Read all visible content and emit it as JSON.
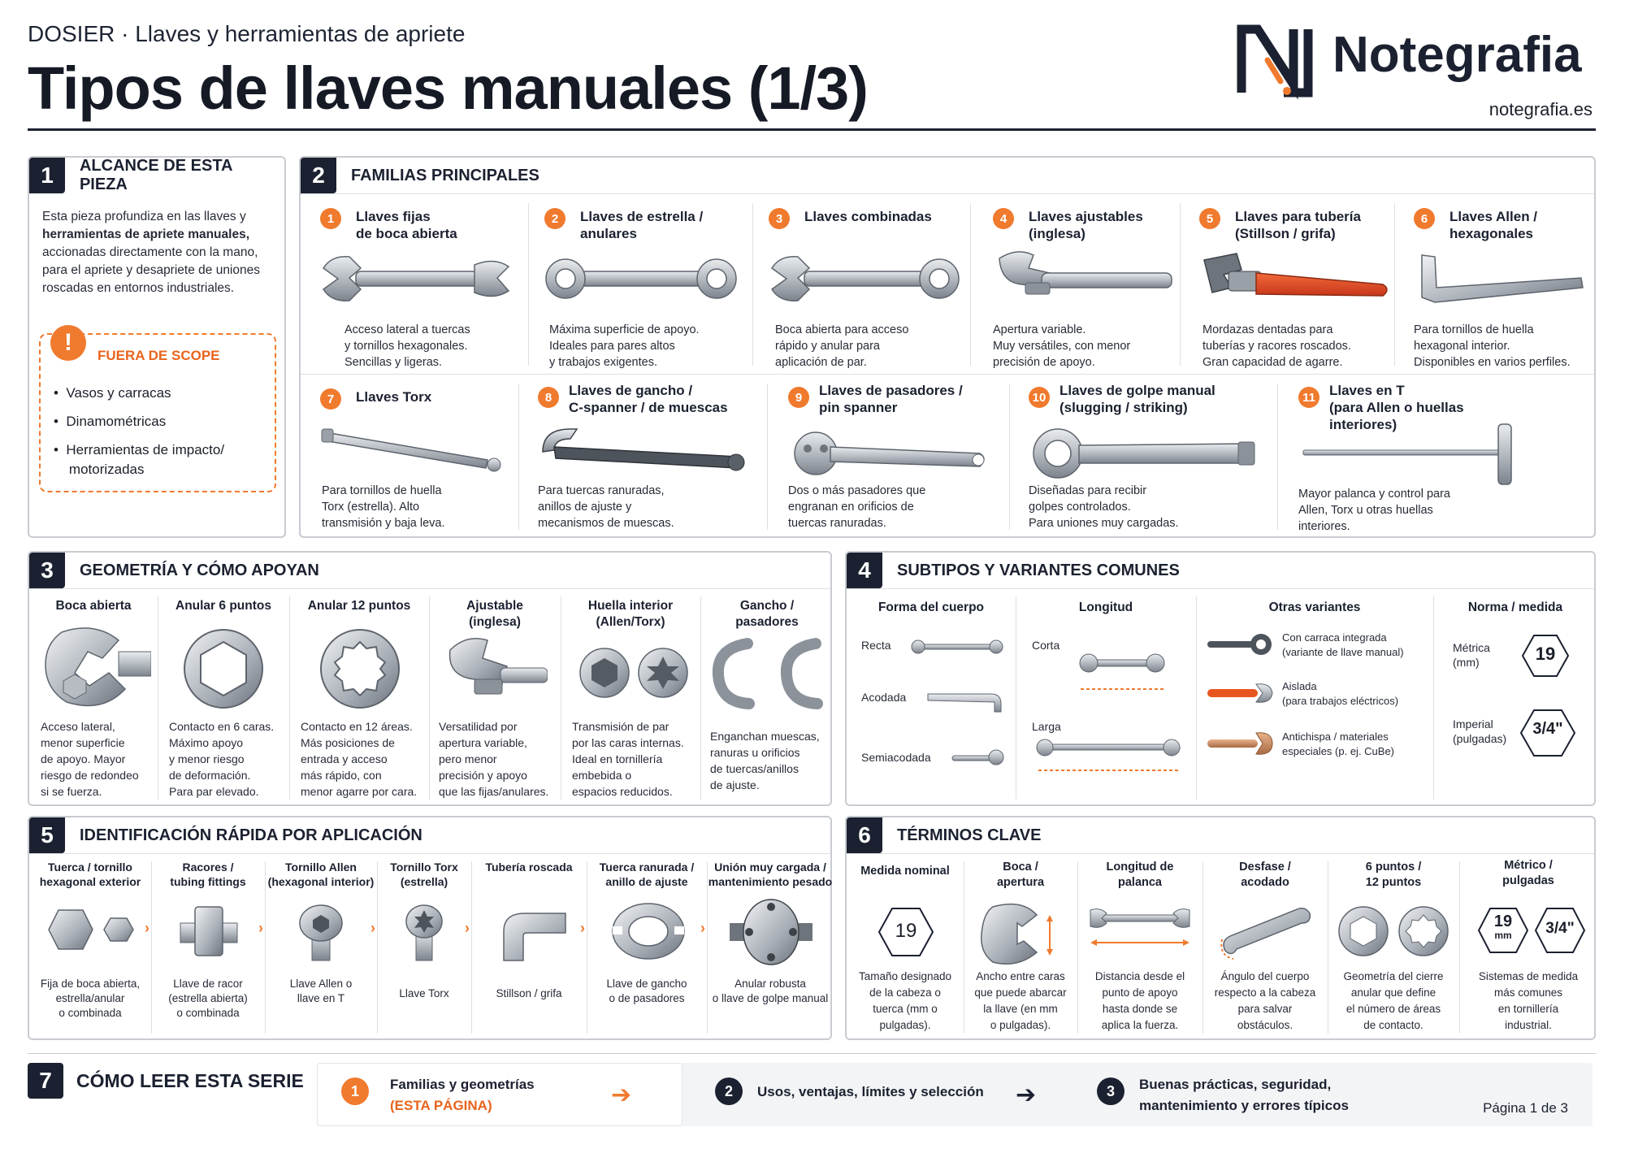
{
  "header": {
    "kicker": "DOSIER · Llaves y herramientas de apriete",
    "title": "Tipos de llaves manuales  (1/3)",
    "logo_name": "Notegrafia",
    "logo_url": "notegrafia.es"
  },
  "colors": {
    "navy": "#1b2130",
    "orange": "#f07a2d",
    "border": "#c8cbd1"
  },
  "s1": {
    "num": "1",
    "title": "ALCANCE DE ESTA PIEZA",
    "l1": "Esta pieza profundiza en las llaves y",
    "l2b": "herramientas de apriete manuales,",
    "l3": "accionadas directamente con la mano,",
    "l4": "para el apriete y desapriete de uniones",
    "l5": "roscadas en entornos industriales.",
    "oos_icon": "!",
    "oos_title": "FUERA DE SCOPE",
    "oos_items": [
      "Vasos y carracas",
      "Dinamométricas",
      "Herramientas de impacto/",
      "motorizadas"
    ]
  },
  "s2": {
    "num": "2",
    "title": "FAMILIAS PRINCIPALES",
    "families": [
      {
        "n": "1",
        "t1": "Llaves fijas",
        "t2": "de boca abierta",
        "t3": "",
        "d": [
          "Acceso lateral a tuercas",
          "y tornillos hexagonales.",
          "Sencillas y ligeras."
        ]
      },
      {
        "n": "2",
        "t1": "Llaves de estrella /",
        "t2": "anulares",
        "t3": "",
        "d": [
          "Máxima superficie de apoyo.",
          "Ideales para pares altos",
          "y trabajos exigentes."
        ]
      },
      {
        "n": "3",
        "t1": "Llaves combinadas",
        "t2": "",
        "t3": "",
        "d": [
          "Boca abierta para acceso",
          "rápido y anular para",
          "aplicación de par."
        ]
      },
      {
        "n": "4",
        "t1": "Llaves ajustables",
        "t2": "(inglesa)",
        "t3": "",
        "d": [
          "Apertura variable.",
          "Muy versátiles, con menor",
          "precisión de apoyo."
        ]
      },
      {
        "n": "5",
        "t1": "Llaves para tubería",
        "t2": "(Stillson / grifa)",
        "t3": "",
        "d": [
          "Mordazas dentadas para",
          "tuberías y racores roscados.",
          "Gran capacidad de agarre."
        ]
      },
      {
        "n": "6",
        "t1": "Llaves Allen /",
        "t2": "hexagonales",
        "t3": "",
        "d": [
          "Para tornillos de huella",
          "hexagonal interior.",
          "Disponibles en varios perfiles."
        ]
      },
      {
        "n": "7",
        "t1": "Llaves Torx",
        "t2": "",
        "t3": "",
        "d": [
          "Para tornillos de huella",
          "Torx (estrella). Alto",
          "transmisión y baja leva."
        ]
      },
      {
        "n": "8",
        "t1": "Llaves de gancho /",
        "t2": "C-spanner / de muescas",
        "t3": "",
        "d": [
          "Para tuercas ranuradas,",
          "anillos de ajuste y",
          "mecanismos de muescas."
        ]
      },
      {
        "n": "9",
        "t1": "Llaves de pasadores /",
        "t2": "pin spanner",
        "t3": "",
        "d": [
          "Dos o más pasadores que",
          "engranan en orificios de",
          "tuercas ranuradas."
        ]
      },
      {
        "n": "10",
        "t1": "Llaves de golpe manual",
        "t2": "(slugging / striking)",
        "t3": "",
        "d": [
          "Diseñadas para recibir",
          "golpes controlados.",
          "Para uniones muy cargadas."
        ]
      },
      {
        "n": "11",
        "t1": "Llaves en T",
        "t2": "(para Allen o huellas",
        "t3": "interiores)",
        "d": [
          "Mayor palanca y control para",
          "Allen, Torx u otras huellas",
          "interiores."
        ]
      }
    ]
  },
  "s3": {
    "num": "3",
    "title": "GEOMETRÍA Y CÓMO APOYAN",
    "cols": [
      {
        "h1": "Boca abierta",
        "h2": "",
        "d": [
          "Acceso lateral,",
          "menor superficie",
          "de apoyo. Mayor",
          "riesgo de redondeo",
          "si se fuerza."
        ]
      },
      {
        "h1": "Anular 6 puntos",
        "h2": "",
        "d": [
          "Contacto en 6 caras.",
          "Máximo apoyo",
          "y menor riesgo",
          "de deformación.",
          "Para par elevado."
        ]
      },
      {
        "h1": "Anular 12 puntos",
        "h2": "",
        "d": [
          "Contacto en 12 áreas.",
          "Más posiciones de",
          "entrada y acceso",
          "más rápido, con",
          "menor agarre por cara."
        ]
      },
      {
        "h1": "Ajustable",
        "h2": "(inglesa)",
        "d": [
          "Versatilidad por",
          "apertura variable,",
          "pero menor",
          "precisión y apoyo",
          "que las fijas/anulares."
        ]
      },
      {
        "h1": "Huella interior",
        "h2": "(Allen/Torx)",
        "d": [
          "Transmisión de par",
          "por las caras internas.",
          "Ideal en tornillería",
          "embebida o",
          "espacios reducidos."
        ]
      },
      {
        "h1": "Gancho /",
        "h2": "pasadores",
        "d": [
          "Enganchan muescas,",
          "ranuras u orificios",
          "de tuercas/anillos",
          "de ajuste."
        ]
      }
    ]
  },
  "s4": {
    "num": "4",
    "title": "SUBTIPOS Y VARIANTES COMUNES",
    "h_forma": "Forma del cuerpo",
    "h_longitud": "Longitud",
    "h_otras": "Otras variantes",
    "h_norma": "Norma / medida",
    "forma": [
      "Recta",
      "Acodada",
      "Semiacodada"
    ],
    "longitud": [
      "Corta",
      "Larga"
    ],
    "otras": [
      {
        "a": "Con carraca integrada",
        "b": "(variante de llave manual)"
      },
      {
        "a": "Aislada",
        "b": "(para trabajos eléctricos)"
      },
      {
        "a": "Antichispa / materiales",
        "b": "especiales (p. ej. CuBe)"
      }
    ],
    "metrica_a": "Métrica",
    "metrica_b": "(mm)",
    "metrica_val": "19",
    "imperial_a": "Imperial",
    "imperial_b": "(pulgadas)",
    "imperial_val": "3/4\""
  },
  "s5": {
    "num": "5",
    "title": "IDENTIFICACIÓN RÁPIDA POR APLICACIÓN",
    "cols": [
      {
        "h1": "Tuerca / tornillo",
        "h2": "hexagonal exterior",
        "d": [
          "Fija de boca abierta,",
          "estrella/anular",
          "o combinada"
        ]
      },
      {
        "h1": "Racores /",
        "h2": "tubing fittings",
        "d": [
          "Llave de racor",
          "(estrella abierta)",
          "o combinada"
        ]
      },
      {
        "h1": "Tornillo Allen",
        "h2": "(hexagonal interior)",
        "d": [
          "Llave Allen o",
          "llave en T"
        ]
      },
      {
        "h1": "Tornillo Torx",
        "h2": "(estrella)",
        "d": [
          "Llave Torx"
        ]
      },
      {
        "h1": "Tubería roscada",
        "h2": "",
        "d": [
          "Stillson / grifa"
        ]
      },
      {
        "h1": "Tuerca ranurada /",
        "h2": "anillo de ajuste",
        "d": [
          "Llave de gancho",
          "o de pasadores"
        ]
      },
      {
        "h1": "Unión muy cargada /",
        "h2": "mantenimiento pesado",
        "d": [
          "Anular robusta",
          "o llave de golpe manual"
        ]
      }
    ]
  },
  "s6": {
    "num": "6",
    "title": "TÉRMINOS CLAVE",
    "cols": [
      {
        "h1": "Medida nominal",
        "h2": "",
        "d": [
          "Tamaño designado",
          "de la cabeza o",
          "tuerca (mm o",
          "pulgadas)."
        ]
      },
      {
        "h1": "Boca /",
        "h2": "apertura",
        "d": [
          "Ancho entre caras",
          "que puede abarcar",
          "la llave (en mm",
          "o pulgadas)."
        ]
      },
      {
        "h1": "Longitud de",
        "h2": "palanca",
        "d": [
          "Distancia desde el",
          "punto de apoyo",
          "hasta donde se",
          "aplica la fuerza."
        ]
      },
      {
        "h1": "Desfase /",
        "h2": "acodado",
        "d": [
          "Ángulo del cuerpo",
          "respecto a la cabeza",
          "para salvar",
          "obstáculos."
        ]
      },
      {
        "h1": "6 puntos /",
        "h2": "12 puntos",
        "d": [
          "Geometría del cierre",
          "anular que define",
          "el número de áreas",
          "de contacto."
        ]
      },
      {
        "h1": "Métrico /",
        "h2": "pulgadas",
        "d": [
          "Sistemas de medida",
          "más comunes",
          "en tornillería",
          "industrial."
        ]
      }
    ],
    "hex_val": "19",
    "hex_mm": "19",
    "hex_mm_unit": "mm",
    "hex_inch": "3/4\""
  },
  "s7": {
    "num": "7",
    "title": "CÓMO LEER ESTA SERIE",
    "steps": [
      {
        "n": "1",
        "a": "Familias y geometrías",
        "b": "(ESTA PÁGINA)"
      },
      {
        "n": "2",
        "a": "Usos, ventajas, límites y selección",
        "b": ""
      },
      {
        "n": "3",
        "a": "Buenas prácticas, seguridad,",
        "b": "mantenimiento y errores típicos"
      }
    ],
    "page": "Página 1 de 3"
  }
}
